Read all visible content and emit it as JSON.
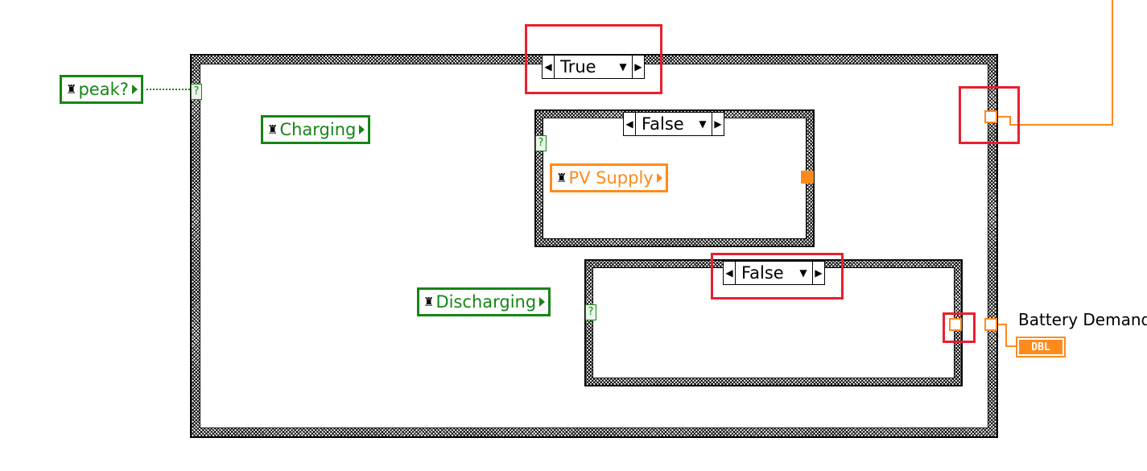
{
  "outer_case": {
    "selected": "True"
  },
  "charging_case": {
    "selected": "False"
  },
  "discharging_case": {
    "selected": "False"
  },
  "local_variables": {
    "peak": "peak?",
    "charging": "Charging",
    "pv_supply": "PV Supply",
    "discharging": "Discharging"
  },
  "indicator": {
    "label": "Battery Demand",
    "type": "DBL"
  },
  "terminal_symbol": "?",
  "colors": {
    "boolean_wire": "#168516",
    "numeric_wire": "#ff8a1c",
    "highlight": "#e8202e"
  }
}
